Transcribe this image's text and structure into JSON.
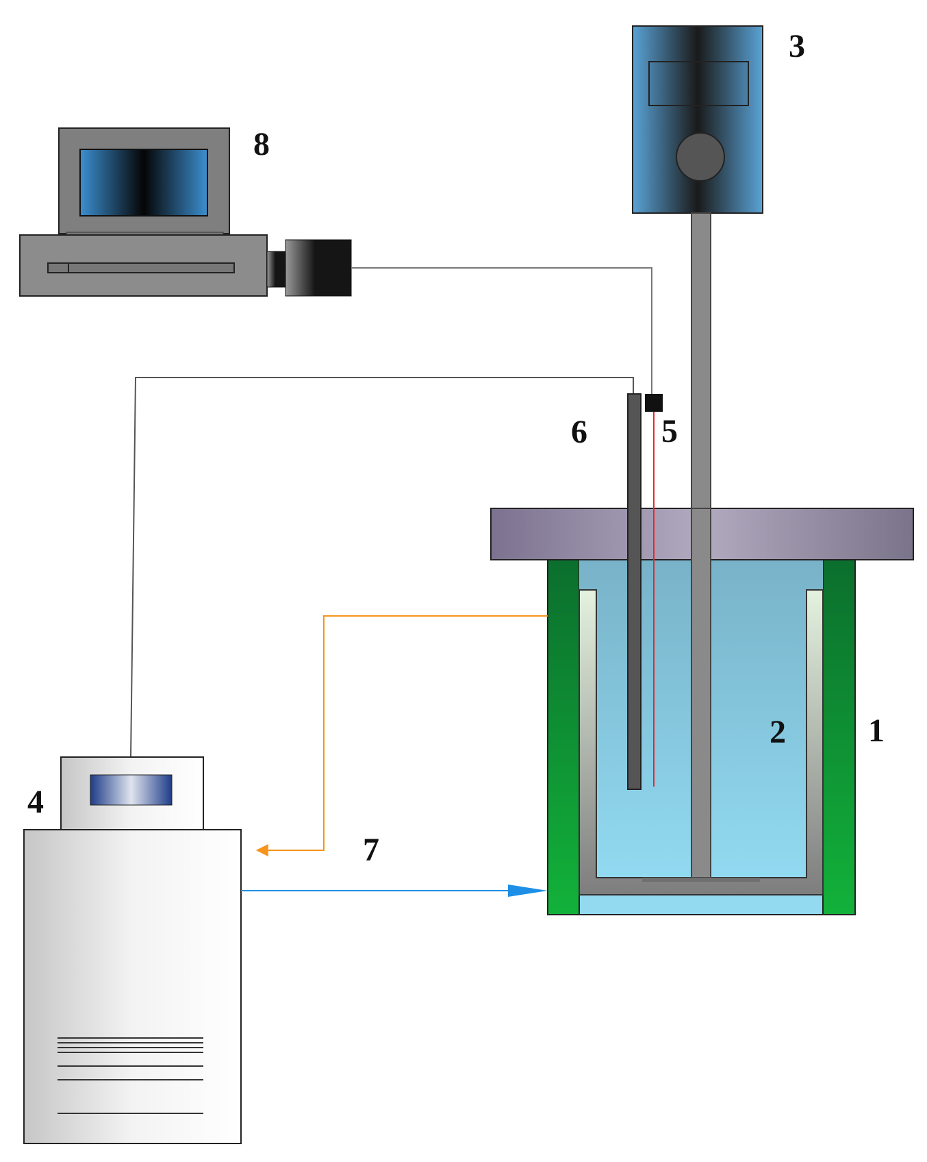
{
  "labels": {
    "jacket": "1",
    "vessel": "2",
    "stirrer_motor": "3",
    "thermostat": "4",
    "sensor": "5",
    "electrode": "6",
    "circulation": "7",
    "computer": "8"
  },
  "colors": {
    "jacket_green": "#0a8a33",
    "liquid_blue": "#8fd4ec",
    "lid_purple": "#8c8398",
    "motor_blue": "#4a8fc0",
    "return_line_orange": "#f7941d",
    "supply_line_blue": "#1e8fe6",
    "laser_red": "#e8262b",
    "device_gray": "#8c8c8c"
  },
  "icons": {
    "computer": "computer-icon",
    "camera": "camera-icon",
    "motor": "stirrer-motor-icon",
    "thermostat": "thermostat-icon"
  }
}
